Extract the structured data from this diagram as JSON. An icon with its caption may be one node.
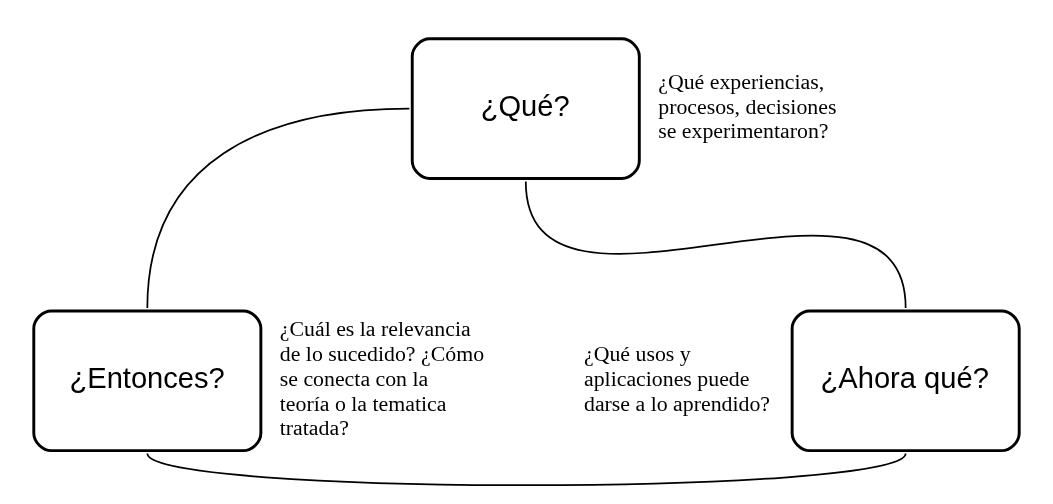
{
  "diagram": {
    "nodes": [
      {
        "text": [
          "¿Qué?"
        ],
        "beside": [
          "¿Qué experiencias, procesos, decisiones se experimentaron?"
        ]
      },
      {
        "text": [
          "¿Entonces?"
        ],
        "beside": [
          "¿Cuál es la relevancia de lo sucedido? ¿Cómo se conecta con la teoría o la tematica tratada?"
        ]
      },
      {
        "text": [
          "¿Ahora qué?"
        ],
        "beside": [
          "¿Qué usos y aplicaciones puede darse a lo aprendido?"
        ]
      }
    ],
    "edges": [
      {
        "from": 0,
        "to": 1,
        "arrow": "none"
      },
      {
        "from": 1,
        "to": 2,
        "arrow": "none"
      },
      {
        "from": 2,
        "to": 0,
        "arrow": "none"
      }
    ]
  }
}
